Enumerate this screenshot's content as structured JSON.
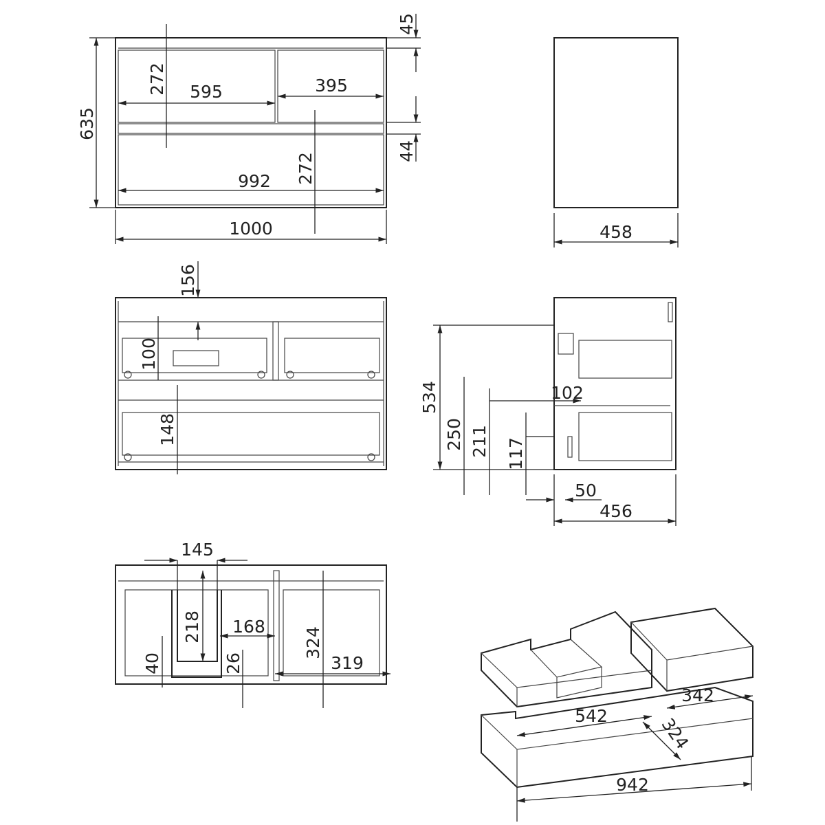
{
  "front_view": {
    "top_rail": "45",
    "drawer_height_upper": "272",
    "left_drawer_width": "595",
    "right_drawer_width": "395",
    "overall_height": "635",
    "middle_rail": "44",
    "drawer_height_lower": "272",
    "lower_drawer_width": "992",
    "overall_width": "1000"
  },
  "side_view": {
    "overall_depth": "458"
  },
  "open_front_view": {
    "top_clearance": "156",
    "upper_drawer_inner_height": "100",
    "lower_drawer_inner_height": "148"
  },
  "side_section_view": {
    "height_534": "534",
    "height_250": "250",
    "height_211": "211",
    "height_117": "117",
    "depth_102": "102",
    "depth_50": "50",
    "depth_456": "456"
  },
  "top_view": {
    "cutout_width": "145",
    "cutout_depth": "218",
    "offset_168": "168",
    "drawer_depth": "324",
    "height_40": "40",
    "height_26": "26",
    "width_319": "319"
  },
  "isometric_view": {
    "left_drawer_width": "542",
    "right_drawer_width": "342",
    "drawer_depth": "324",
    "lower_drawer_width": "942"
  }
}
